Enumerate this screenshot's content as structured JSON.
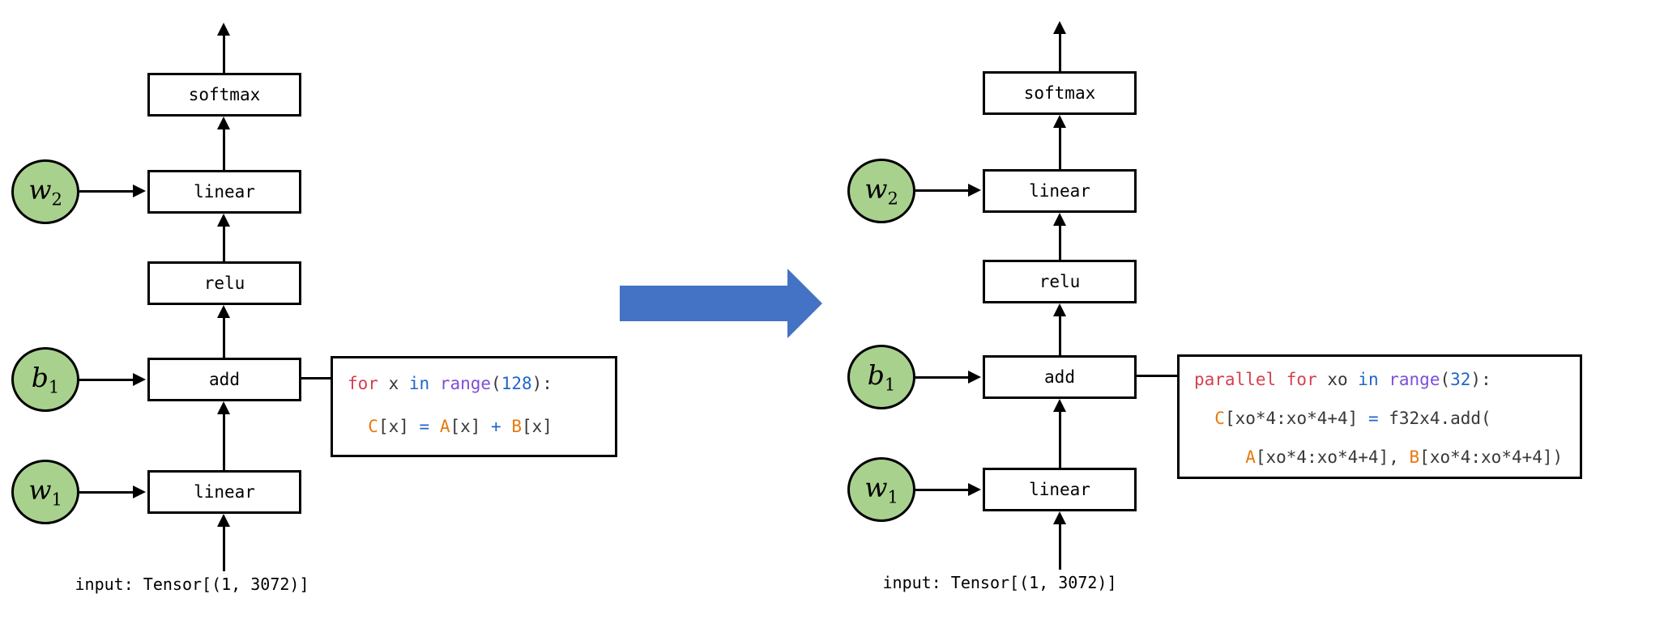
{
  "colors": {
    "node_green": "#A9D18E",
    "keyword_red": "#D5404F",
    "operator_blue": "#2066C9",
    "function_purple": "#7D4FD6",
    "variable_orange": "#E8790E",
    "code_dark": "#383838",
    "transform_arrow_blue": "#4472C4",
    "stroke_black": "#000000"
  },
  "left": {
    "node_softmax": "softmax",
    "node_linear_top": "linear",
    "node_relu": "relu",
    "node_add": "add",
    "node_linear_bottom": "linear",
    "w2": {
      "base": "w",
      "sub": "2"
    },
    "b1": {
      "base": "b",
      "sub": "1"
    },
    "w1": {
      "base": "w",
      "sub": "1"
    },
    "input_label": "input: Tensor[(1, 3072)]",
    "code": {
      "kw_for": "for",
      "var_x": " x ",
      "kw_in": "in",
      "space1": " ",
      "fn_range": "range",
      "open_paren": "(",
      "num_128": "128",
      "close_colon": "):",
      "c": "C",
      "c_idx": "[x] ",
      "eq": "= ",
      "a": "A",
      "a_idx": "[x] ",
      "plus": "+ ",
      "b": "B",
      "b_idx": "[x]"
    }
  },
  "right": {
    "node_softmax": "softmax",
    "node_linear_top": "linear",
    "node_relu": "relu",
    "node_add": "add",
    "node_linear_bottom": "linear",
    "w2": {
      "base": "w",
      "sub": "2"
    },
    "b1": {
      "base": "b",
      "sub": "1"
    },
    "w1": {
      "base": "w",
      "sub": "1"
    },
    "input_label": "input: Tensor[(1, 3072)]",
    "code": {
      "kw_parallel_for": "parallel for",
      "var_xo": " xo ",
      "kw_in": "in",
      "space1": " ",
      "fn_range": "range",
      "open_paren": "(",
      "num_32": "32",
      "close_colon": "):",
      "c": "C",
      "c_idx": "[xo*4:xo*4+4] ",
      "eq": "= ",
      "call_add": "f32x4.add(",
      "a": "A",
      "a_idx": "[xo*4:xo*4+4], ",
      "b": "B",
      "b_idx": "[xo*4:xo*4+4])"
    }
  }
}
